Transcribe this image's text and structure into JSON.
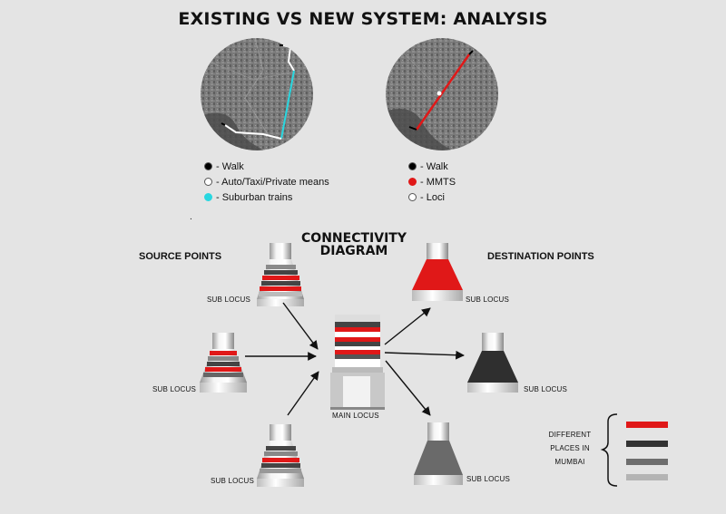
{
  "title": "EXISTING VS NEW SYSTEM: ANALYSIS",
  "existing_map": {
    "legend": [
      {
        "label": "- Walk",
        "color": "#000000"
      },
      {
        "label": "- Auto/Taxi/Private means",
        "color": "#ffffff"
      },
      {
        "label": "- Suburban trains",
        "color": "#28d7e0"
      }
    ]
  },
  "new_map": {
    "legend": [
      {
        "label": "- Walk",
        "color": "#000000"
      },
      {
        "label": "- MMTS",
        "color": "#e01818"
      },
      {
        "label": "- Loci",
        "color": "#ffffff"
      }
    ]
  },
  "dot_mark": ".",
  "connectivity": {
    "title_line1": "CONNECTIVITY",
    "title_line2": "DIAGRAM",
    "source_heading": "SOURCE POINTS",
    "destination_heading": "DESTINATION POINTS",
    "sub_locus_label": "SUB LOCUS",
    "main_locus_label": "MAIN LOCUS"
  },
  "key": {
    "line1": "DIFFERENT",
    "line2": "PLACES IN",
    "line3": "MUMBAI",
    "colors": [
      "#e01818",
      "#333333",
      "#6e6e6e",
      "#b4b4b4"
    ]
  }
}
